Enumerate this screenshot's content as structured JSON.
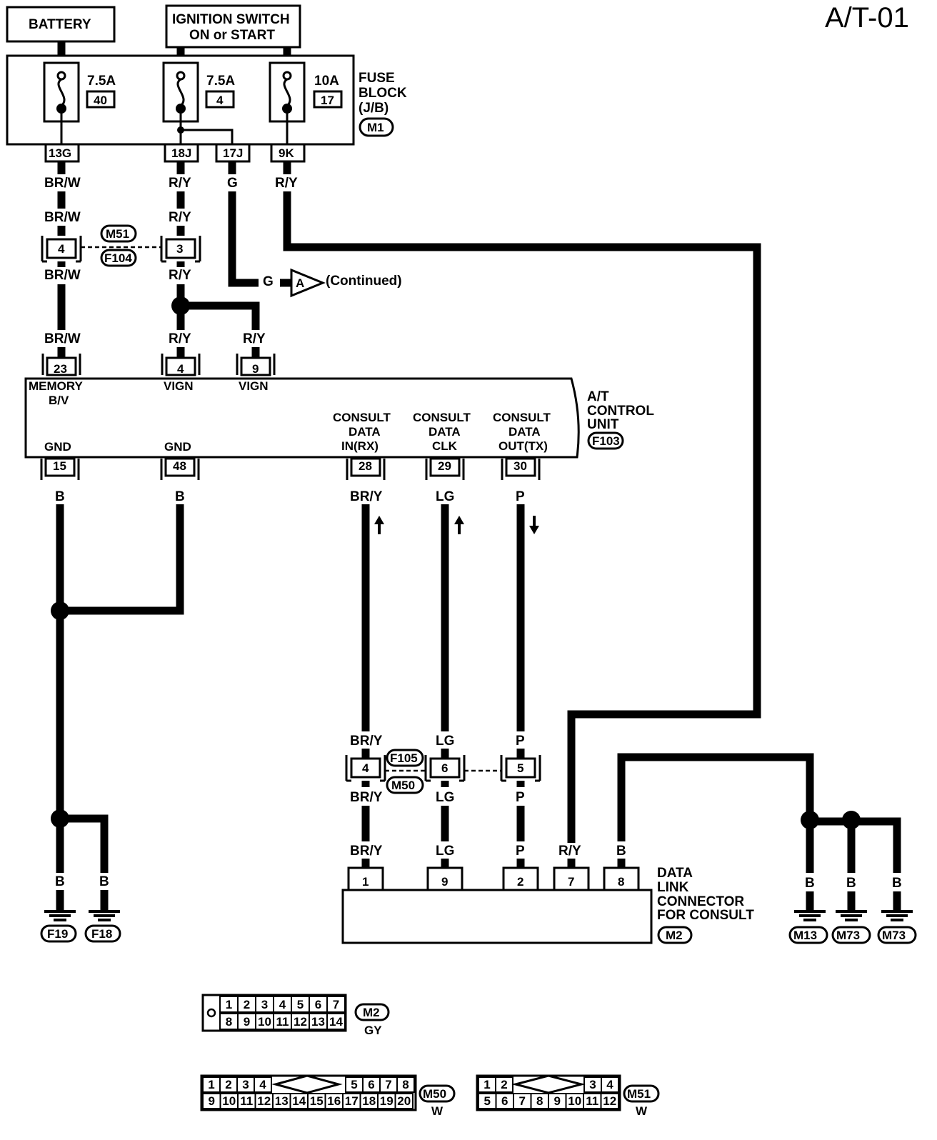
{
  "title": "A/T-01",
  "sources": {
    "battery": "BATTERY",
    "ignition_line1": "IGNITION SWITCH",
    "ignition_line2": "ON or START"
  },
  "fuse_block": {
    "label_line1": "FUSE",
    "label_line2": "BLOCK",
    "label_line3": "(J/B)",
    "connector": "M1",
    "fuses": [
      {
        "amp": "7.5A",
        "num": "40"
      },
      {
        "amp": "7.5A",
        "num": "4"
      },
      {
        "amp": "10A",
        "num": "17"
      }
    ],
    "terminals": [
      "13G",
      "18J",
      "17J",
      "9K"
    ]
  },
  "wire_colors": {
    "brw": "BR/W",
    "ry": "R/Y",
    "g": "G",
    "b": "B",
    "bry": "BR/Y",
    "lg": "LG",
    "p": "P"
  },
  "inline_connector_1": {
    "top": "M51",
    "bottom": "F104",
    "pins": [
      "4",
      "3"
    ]
  },
  "continued": {
    "wire": "G",
    "marker": "A",
    "text": "(Continued)"
  },
  "control_unit": {
    "label_line1": "A/T",
    "label_line2": "CONTROL",
    "label_line3": "UNIT",
    "connector": "F103",
    "top_pins": [
      "23",
      "4",
      "9"
    ],
    "top_labels": {
      "p23_line1": "MEMORY",
      "p23_line2": "B/V",
      "p4": "VIGN",
      "p9": "VIGN"
    },
    "bottom_pins": [
      "15",
      "48",
      "28",
      "29",
      "30"
    ],
    "bottom_labels": {
      "gnd": "GND",
      "consult": "CONSULT",
      "data": "DATA",
      "in_rx": "IN(RX)",
      "clk": "CLK",
      "out_tx": "OUT(TX)"
    }
  },
  "inline_connector_2": {
    "top": "F105",
    "bottom": "M50",
    "pins": [
      "4",
      "6",
      "5"
    ]
  },
  "data_link": {
    "label_line1": "DATA",
    "label_line2": "LINK",
    "label_line3": "CONNECTOR",
    "label_line4": "FOR CONSULT",
    "connector": "M2",
    "pins": [
      "1",
      "9",
      "2",
      "7",
      "8"
    ]
  },
  "grounds": [
    "F19",
    "F18",
    "M13",
    "M73",
    "M73"
  ],
  "connector_views": {
    "m2": {
      "id": "M2",
      "color": "GY",
      "row1": [
        "1",
        "2",
        "3",
        "4",
        "5",
        "6",
        "7"
      ],
      "row2": [
        "8",
        "9",
        "10",
        "11",
        "12",
        "13",
        "14"
      ]
    },
    "m50": {
      "id": "M50",
      "color": "W",
      "row1_left": [
        "1",
        "2",
        "3",
        "4"
      ],
      "row1_right": [
        "5",
        "6",
        "7",
        "8"
      ],
      "row2": [
        "9",
        "10",
        "11",
        "12",
        "13",
        "14",
        "15",
        "16",
        "17",
        "18",
        "19",
        "20"
      ]
    },
    "m51": {
      "id": "M51",
      "color": "W",
      "row1_left": [
        "1",
        "2"
      ],
      "row1_right": [
        "3",
        "4"
      ],
      "row2": [
        "5",
        "6",
        "7",
        "8",
        "9",
        "10",
        "11",
        "12"
      ]
    }
  }
}
